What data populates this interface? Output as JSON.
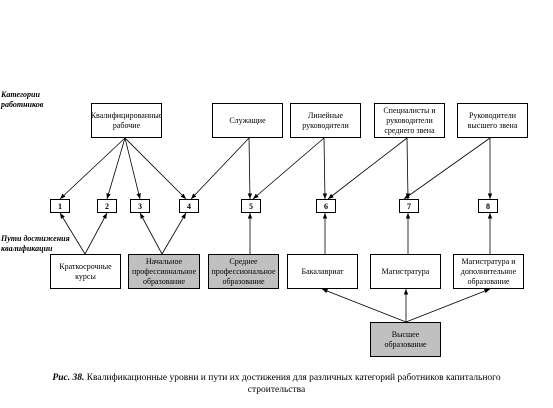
{
  "side_labels": {
    "categories": "Категории работников",
    "paths": "Пути достижения квалификации"
  },
  "top_boxes": [
    "Квалифицированные рабочие",
    "Служащие",
    "Линейные руководители",
    "Специалисты и руководители среднего звена",
    "Руководители высшего звена"
  ],
  "levels": [
    "1",
    "2",
    "3",
    "4",
    "5",
    "6",
    "7",
    "8"
  ],
  "bottom_boxes": [
    "Краткосрочные курсы",
    "Начальное профессиональное образование",
    "Среднее профессиональное образование",
    "Бакалавриат",
    "Магистратура",
    "Магистратура и дополнительное образование"
  ],
  "higher_education": "Высшее образование",
  "caption": {
    "label": "Рис. 38.",
    "text": "Квалификационные уровни и пути их достижения для различных категорий работников капитального строительства"
  },
  "colors": {
    "gray_fill": "#c0c0c0",
    "line": "#000000"
  }
}
